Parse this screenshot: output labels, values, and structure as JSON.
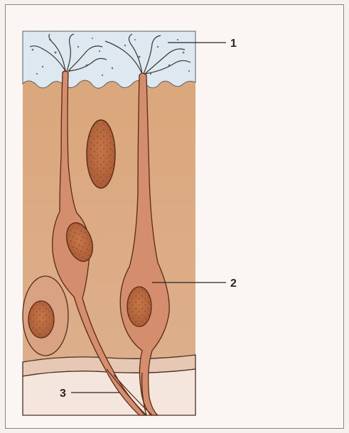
{
  "figure": {
    "labels": [
      "1",
      "2",
      "3"
    ]
  },
  "colors": {
    "background": "#fbf6f4",
    "mucus": "#dfeaf2",
    "tissue": "#d9a67e",
    "cell": "#cf9072",
    "nucleus": "#b5663f",
    "base": "#f3e4d8",
    "outline": "#4a2f24"
  }
}
